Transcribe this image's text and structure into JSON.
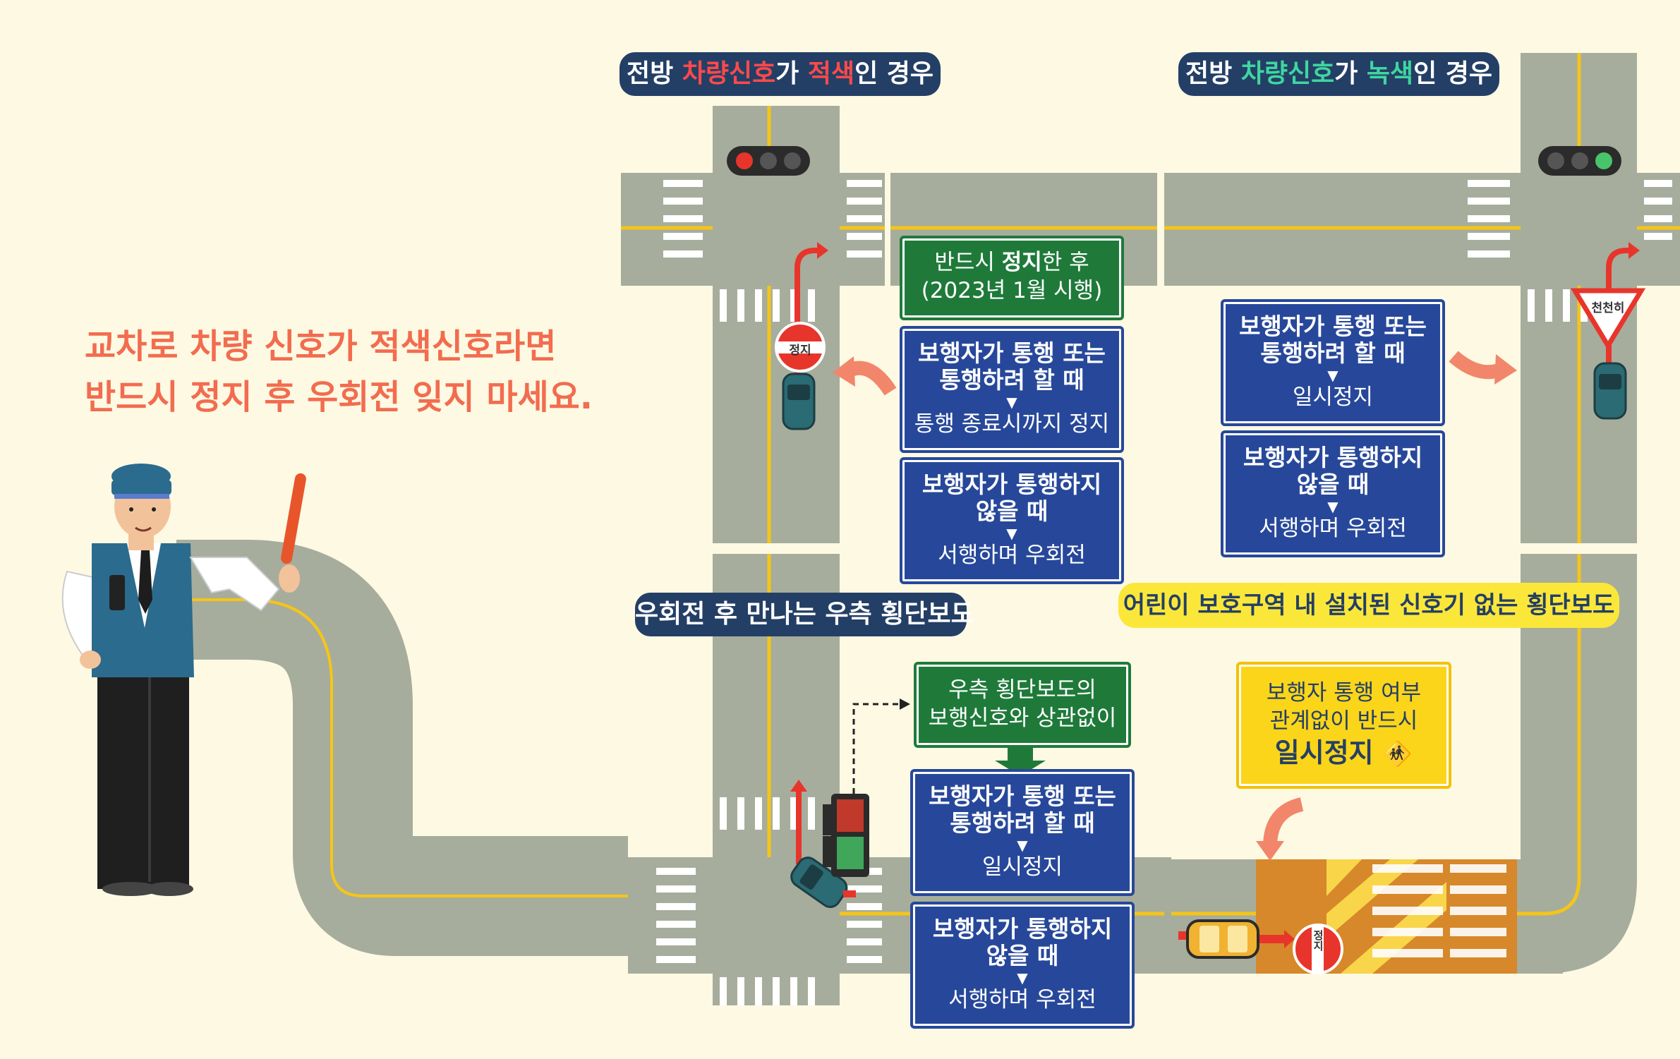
{
  "headline": {
    "line1": "교차로 차량 신호가 적색신호라면",
    "line2": "반드시 정지 후 우회전 잊지 마세요."
  },
  "red_case": {
    "title_pre": "전방 ",
    "title_signal": "차량신호",
    "title_mid": "가 ",
    "title_color": "적색",
    "title_post": "인 경우",
    "stop_first": {
      "line1_pre": "반드시 ",
      "line1_bold": "정지",
      "line1_post": "한 후",
      "line2": "(2023년 1월 시행)"
    },
    "crossing": {
      "title_line1": "보행자가 통행 또는",
      "title_line2": "통행하려 할 때",
      "arrow": "▼",
      "action": "통행 종료시까지 정지"
    },
    "not_crossing": {
      "title_line1": "보행자가 통행하지",
      "title_line2": "않을 때",
      "arrow": "▼",
      "action": "서행하며 우회전"
    },
    "stop_sign": "정지"
  },
  "green_case": {
    "title_pre": "전방 ",
    "title_signal": "차량신호",
    "title_mid": "가 ",
    "title_color": "녹색",
    "title_post": "인 경우",
    "crossing": {
      "title_line1": "보행자가 통행 또는",
      "title_line2": "통행하려 할 때",
      "arrow": "▼",
      "action": "일시정지"
    },
    "not_crossing": {
      "title_line1": "보행자가 통행하지",
      "title_line2": "않을 때",
      "arrow": "▼",
      "action": "서행하며 우회전"
    },
    "yield_sign": "천천히"
  },
  "right_crosswalk": {
    "title": "우회전 후 만나는 우측 횡단보도",
    "regardless": {
      "line1": "우측 횡단보도의",
      "line2": "보행신호와 상관없이"
    },
    "crossing": {
      "title_line1": "보행자가 통행 또는",
      "title_line2": "통행하려 할 때",
      "arrow": "▼",
      "action": "일시정지"
    },
    "not_crossing": {
      "title_line1": "보행자가 통행하지",
      "title_line2": "않을 때",
      "arrow": "▼",
      "action": "서행하며 우회전"
    }
  },
  "school_zone": {
    "title": "어린이 보호구역 내 설치된 신호기 없는 횡단보도",
    "line1": "보행자 통행 여부",
    "line2": "관계없이 반드시",
    "line3": "일시정지",
    "stop_sign": "정지"
  },
  "colors": {
    "background": "#fdf9e3",
    "road": "#a7ad9c",
    "lane_line": "#f5c518",
    "navy": "#243f66",
    "blue_box": "#27489a",
    "green_box": "#1f7a3a",
    "headline": "#f26c4f",
    "arrow": "#f2866a",
    "yellow": "#fbd51a"
  }
}
